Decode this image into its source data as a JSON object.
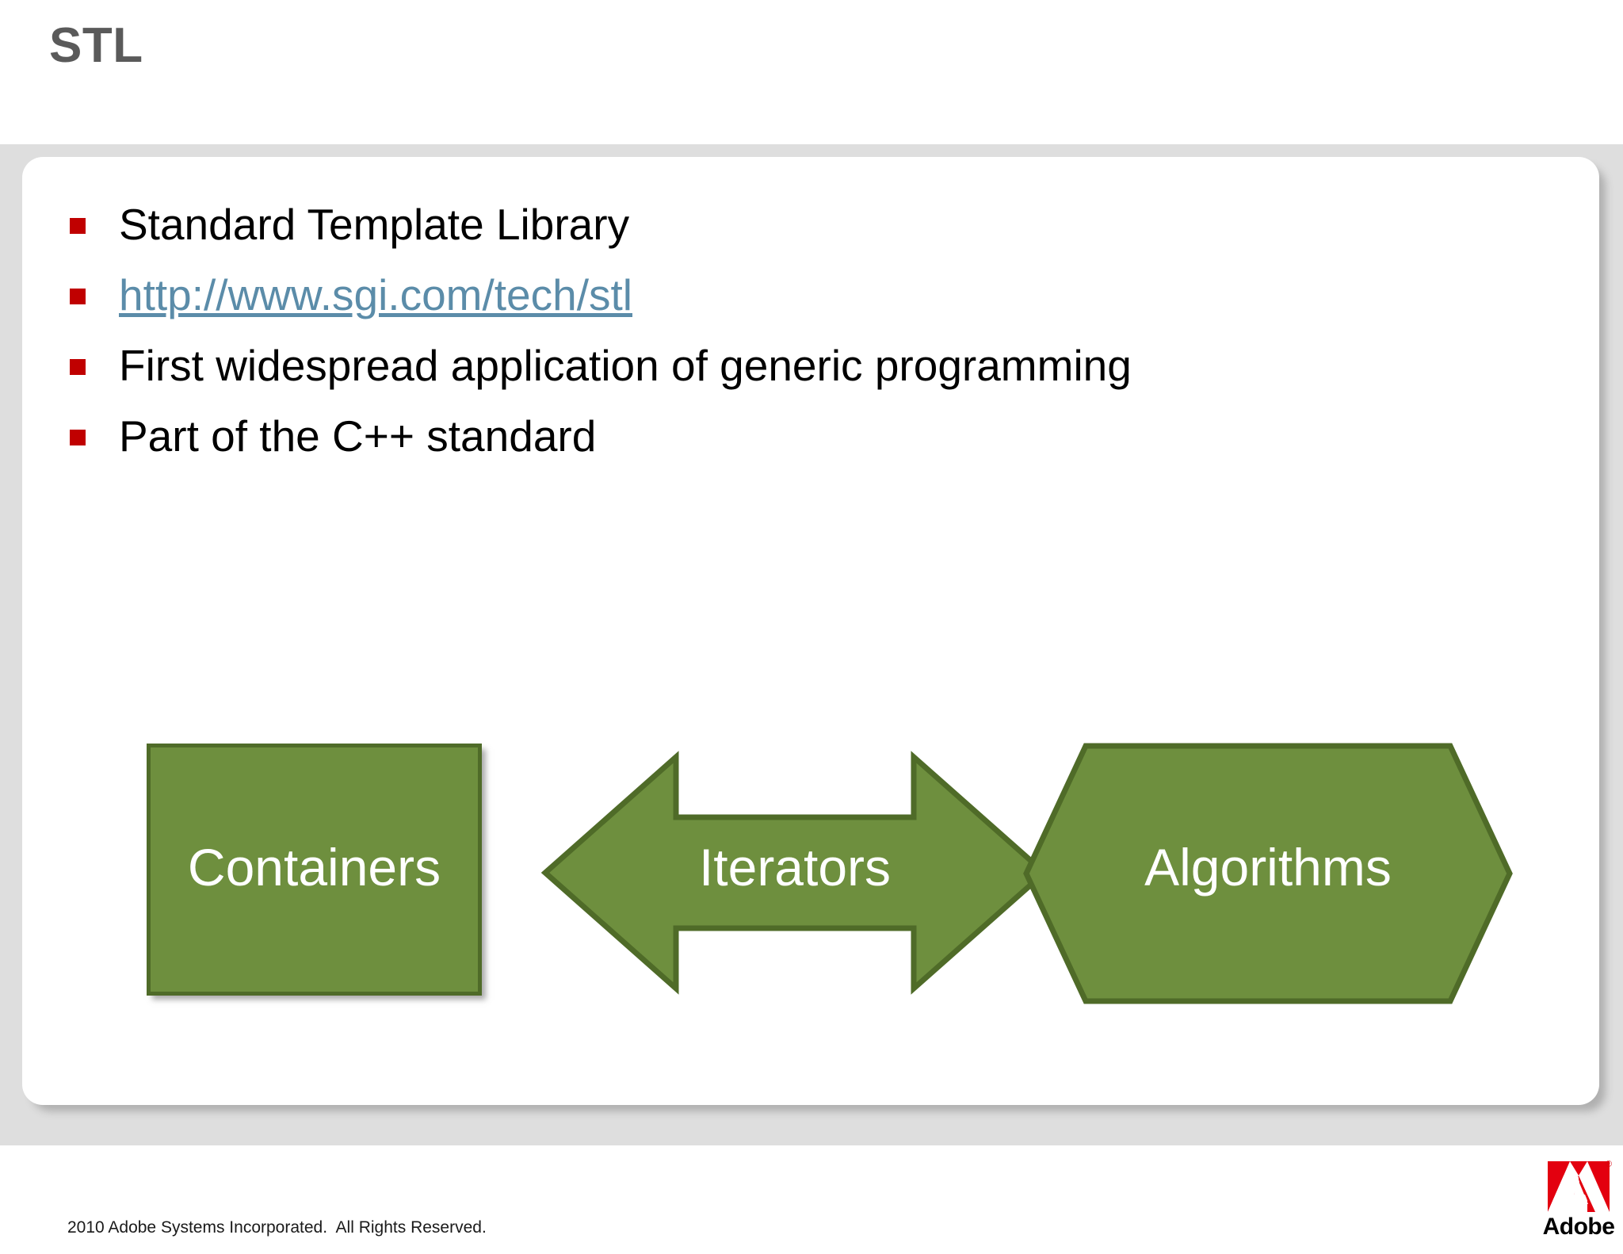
{
  "slide": {
    "title": "STL",
    "bullets": [
      {
        "text": "Standard Template Library",
        "is_link": false
      },
      {
        "text": "http://www.sgi.com/tech/stl",
        "is_link": true
      },
      {
        "text": "First widespread application of generic programming",
        "is_link": false
      },
      {
        "text": "Part of the C++ standard",
        "is_link": false
      }
    ]
  },
  "diagram": {
    "shapes": [
      {
        "label": "Containers",
        "shape": "rectangle"
      },
      {
        "label": "Iterators",
        "shape": "double-arrow-horizontal"
      },
      {
        "label": "Algorithms",
        "shape": "hexagon"
      }
    ]
  },
  "footer": {
    "copyright": "2010 Adobe Systems Incorporated.  All Rights Reserved.",
    "logo_wordmark": "Adobe",
    "logo_registered": "®"
  },
  "colors": {
    "title_gray": "#5A5A5A",
    "bullet_red": "#C00000",
    "link_blue": "#5B8CA9",
    "shape_green_fill": "#6E8F3E",
    "shape_green_border": "#4F6B28",
    "band_gray": "#DEDEDE",
    "adobe_red": "#D4000E"
  }
}
